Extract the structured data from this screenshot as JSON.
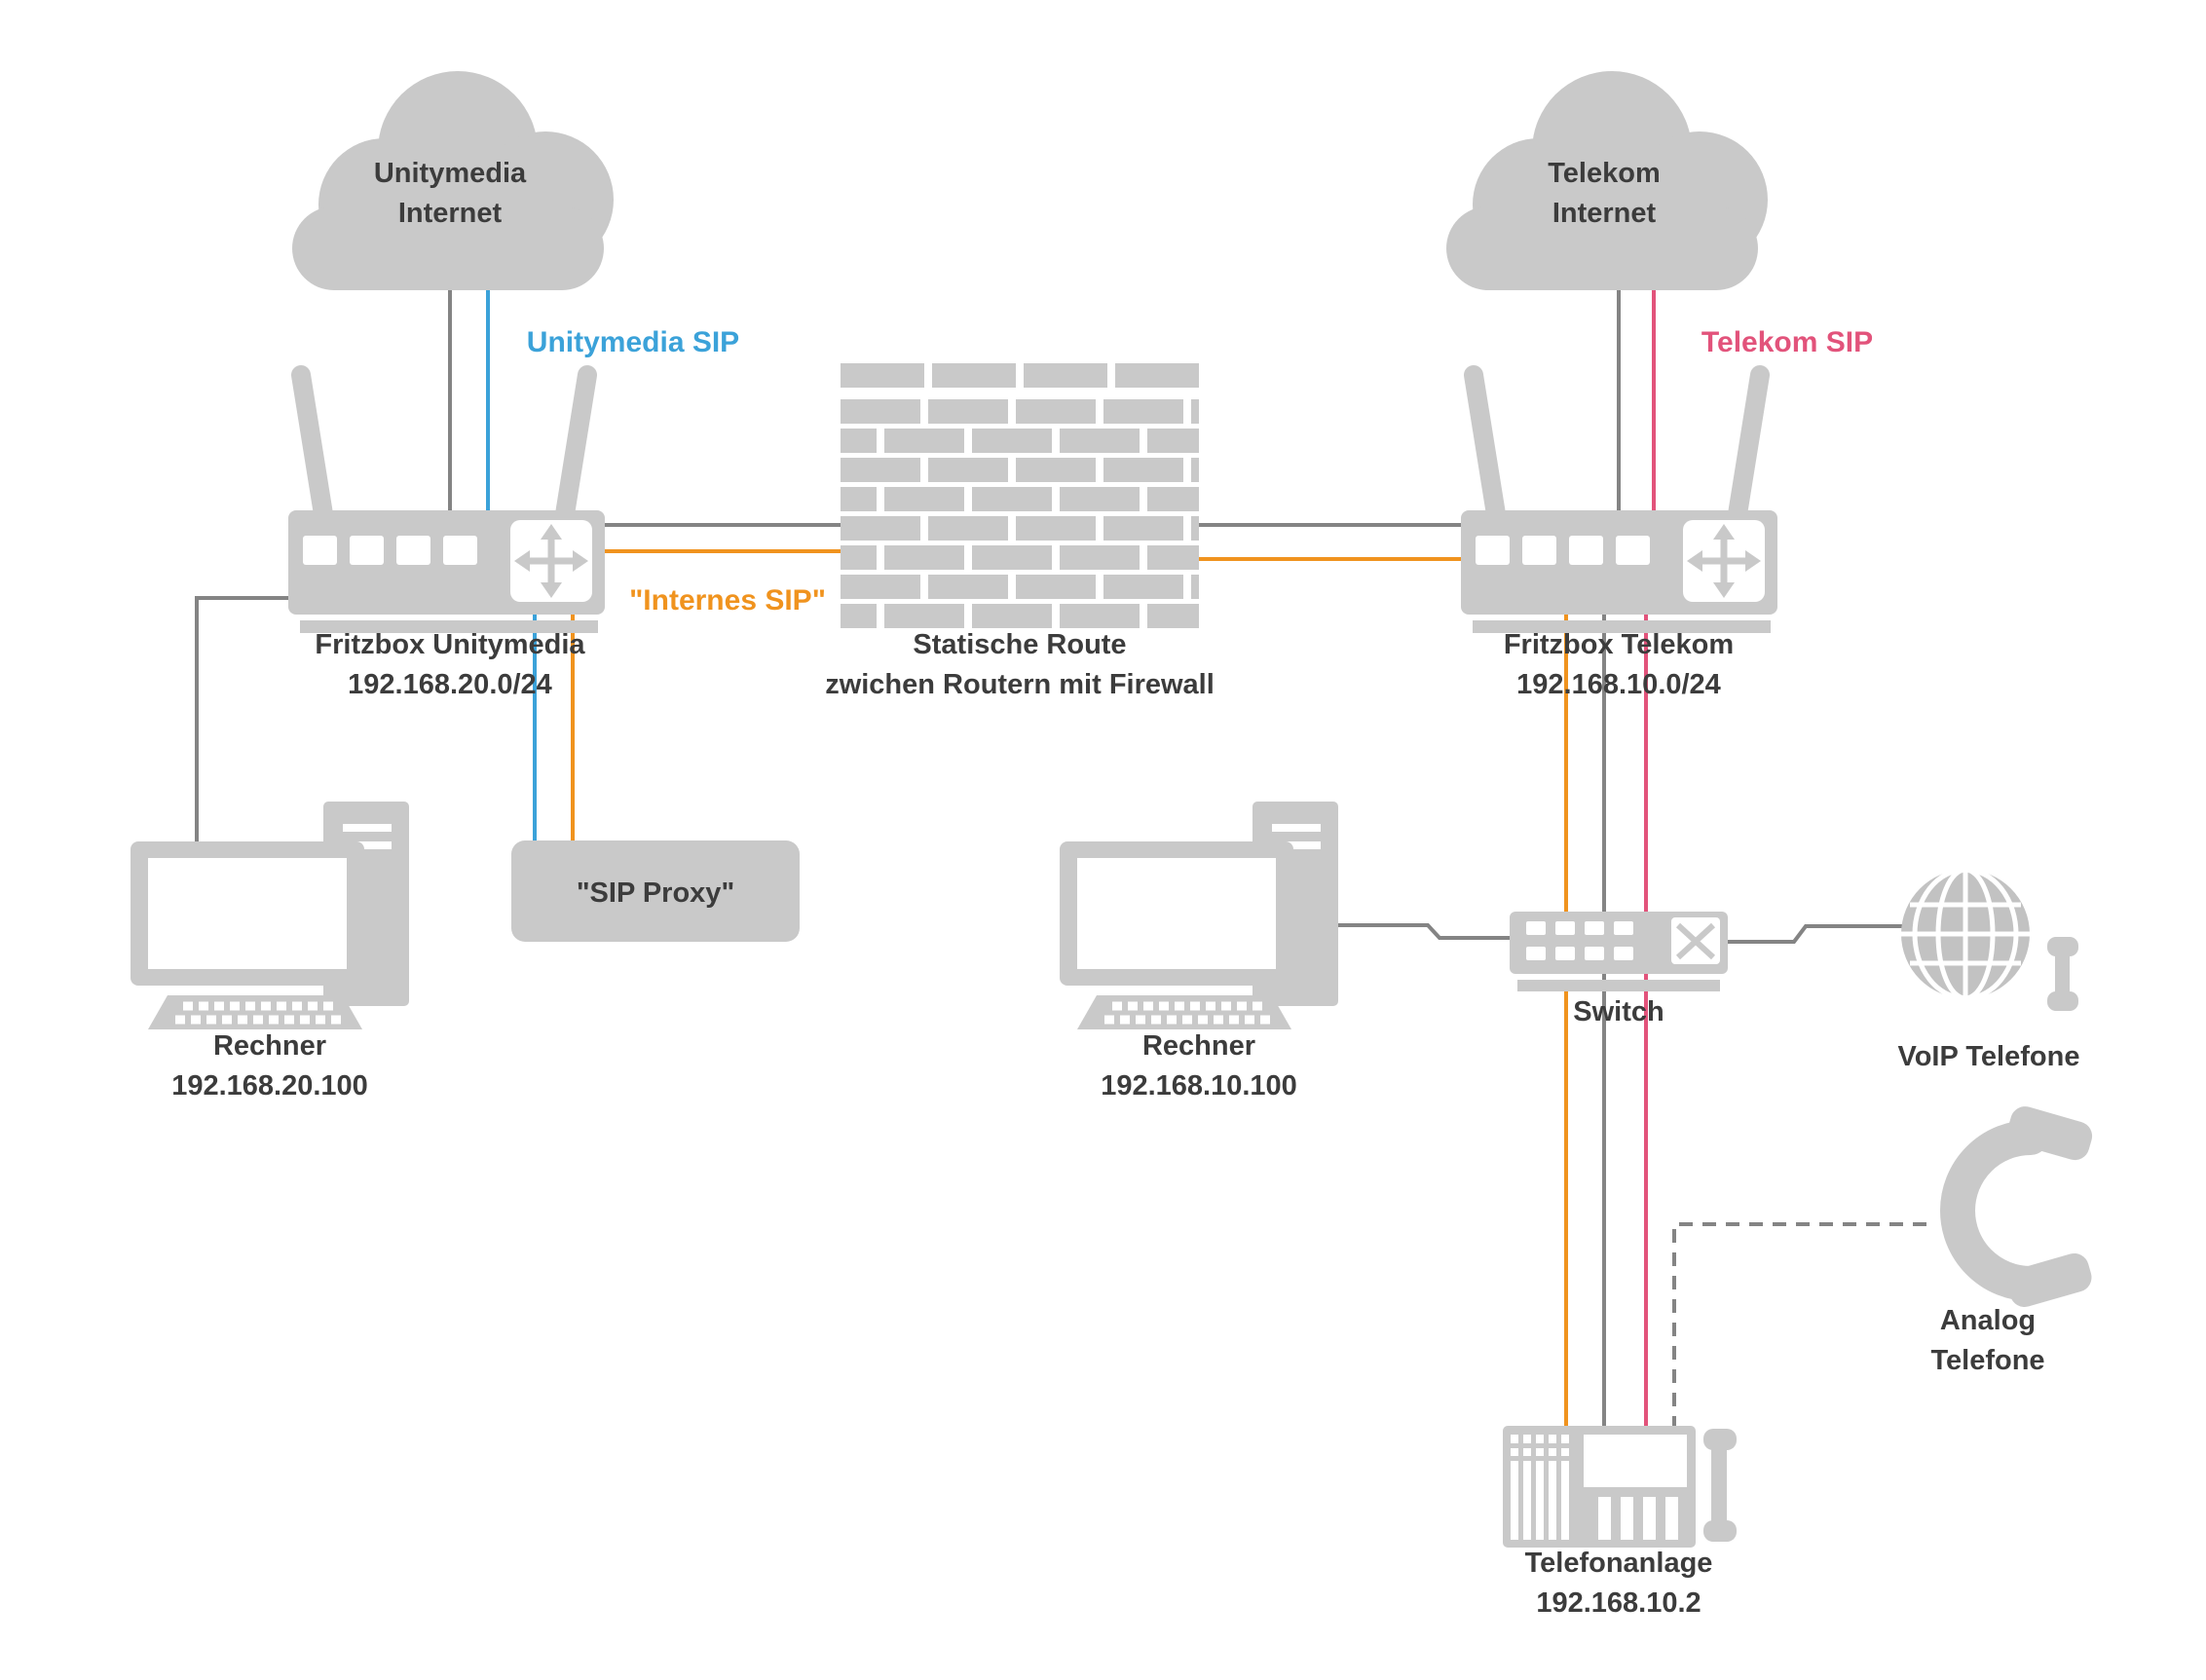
{
  "diagram": {
    "colors": {
      "shape_gray": "#c9c9c9",
      "line_gray": "#848484",
      "sip_blue": "#3ba2d9",
      "sip_pink": "#e2537b",
      "sip_orange": "#f0931e",
      "text": "#3c3c3c"
    },
    "nodes": {
      "unitymedia_cloud": {
        "line1": "Unitymedia",
        "line2": "Internet"
      },
      "telekom_cloud": {
        "line1": "Telekom",
        "line2": "Internet"
      },
      "fritzbox_unitymedia": {
        "name": "Fritzbox Unitymedia",
        "subnet": "192.168.20.0/24"
      },
      "firewall": {
        "line1": "Statische Route",
        "line2": "zwichen Routern mit Firewall"
      },
      "fritzbox_telekom": {
        "name": "Fritzbox Telekom",
        "subnet": "192.168.10.0/24"
      },
      "sip_proxy": {
        "label": "\"SIP Proxy\""
      },
      "rechner_unitymedia": {
        "name": "Rechner",
        "ip": "192.168.20.100"
      },
      "rechner_telekom": {
        "name": "Rechner",
        "ip": "192.168.10.100"
      },
      "switch": {
        "name": "Switch"
      },
      "voip_telefone": {
        "name": "VoIP Telefone"
      },
      "analog_telefone": {
        "line1": "Analog",
        "line2": "Telefone"
      },
      "telefonanlage": {
        "name": "Telefonanlage",
        "ip": "192.168.10.2"
      }
    },
    "edge_labels": {
      "unitymedia_sip": "Unitymedia SIP",
      "telekom_sip": "Telekom SIP",
      "internes_sip": "\"Internes SIP\""
    }
  }
}
